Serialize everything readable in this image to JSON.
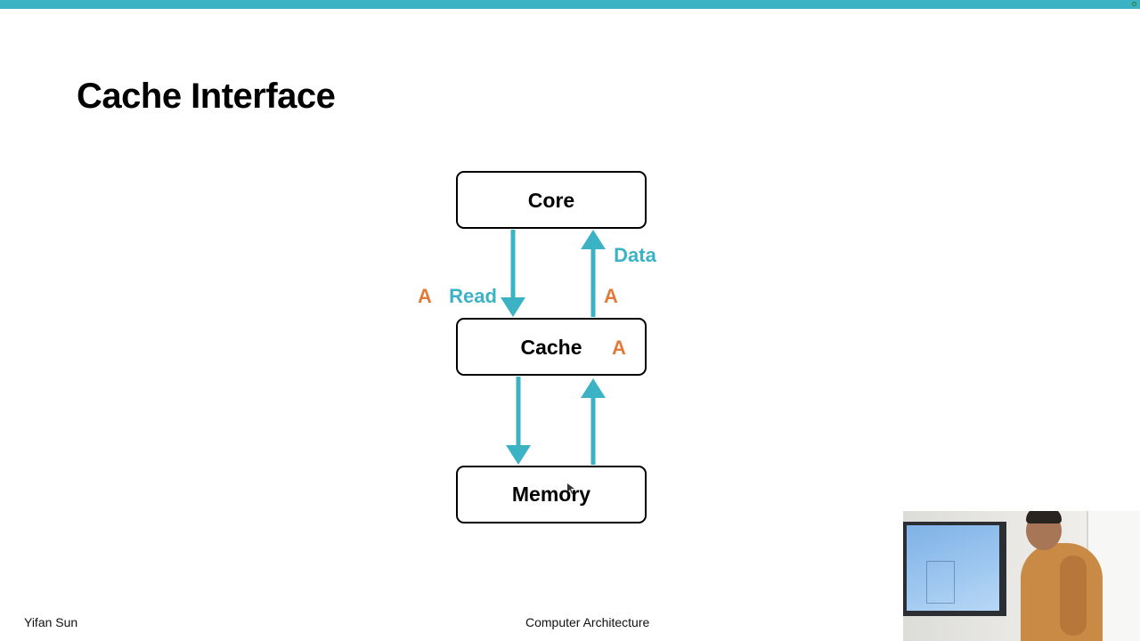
{
  "slide": {
    "title": "Cache Interface",
    "author": "Yifan Sun",
    "course": "Computer Architecture"
  },
  "colors": {
    "accent": "#3cb3c4",
    "address": "#e07b39",
    "box_border": "#000000"
  },
  "diagram": {
    "nodes": {
      "core": "Core",
      "cache": "Cache",
      "memory": "Memory"
    },
    "labels": {
      "read": "Read",
      "data": "Data",
      "addr_read": "A",
      "addr_data": "A",
      "addr_cache": "A"
    }
  },
  "webcam": {
    "icon": "presenter-video"
  }
}
